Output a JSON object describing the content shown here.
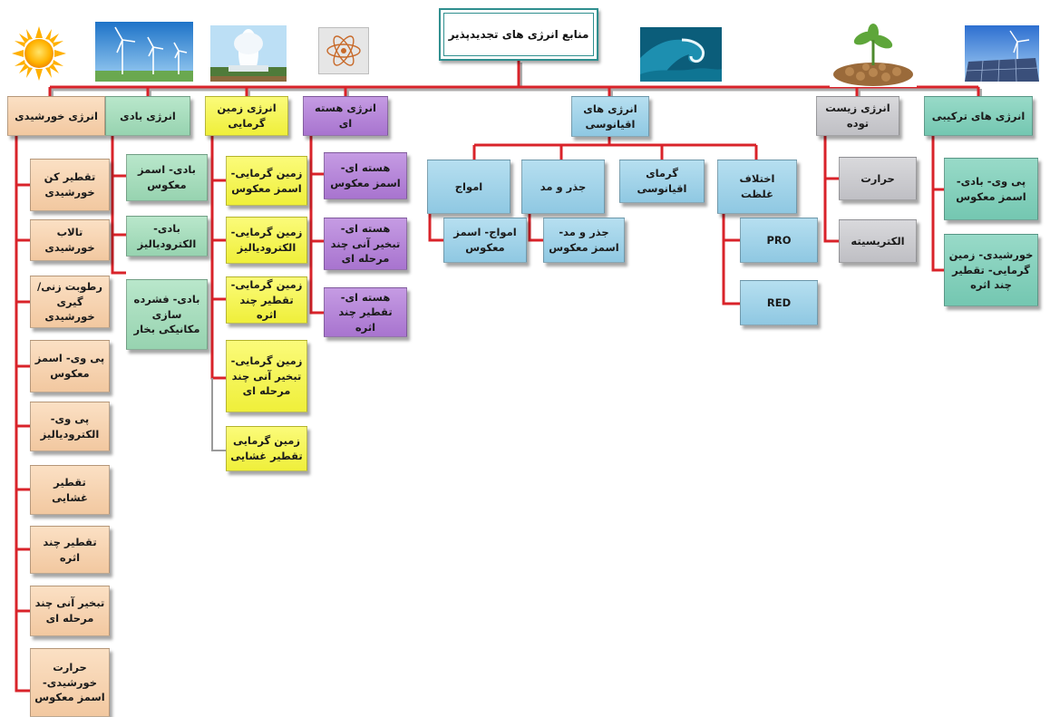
{
  "root": {
    "title": "منابع انرژی های تجدیدپذیر"
  },
  "categories": {
    "solar": {
      "label": "انرژی خورشیدی",
      "items": [
        "تقطیر کن خورشیدی",
        "تالاب خورشیدی",
        "رطوبت زنی/ گیری خورشیدی",
        "پی وی- اسمز معکوس",
        "پی وی- الکترودیالیز",
        "تقطیر غشایی",
        "تقطیر چند اثره",
        "تبخیر آنی چند مرحله ای",
        "حرارت خورشیدی- اسمز معکوس"
      ]
    },
    "wind": {
      "label": "انرژی بادی",
      "items": [
        "بادی- اسمز معکوس",
        "بادی- الکترودیالیز",
        "بادی- فشرده سازی مکانیکی بخار"
      ]
    },
    "geo": {
      "label": "انرژی زمین گرمایی",
      "items": [
        "زمین گرمایی- اسمز معکوس",
        "زمین گرمایی- الکترودیالیز",
        "زمین گرمایی- تقطیر چند اثره",
        "زمین گرمایی- تبخیر آنی چند مرحله ای",
        "زمین گرمایی تقطیر غشایی"
      ]
    },
    "nuclear": {
      "label": "انرژی هسته ای",
      "items": [
        "هسته ای- اسمز معکوس",
        "هسته ای- تبخیر آنی چند مرحله ای",
        "هسته ای- تقطیر چند اثره"
      ]
    },
    "ocean": {
      "label": "انرژی های اقیانوسی",
      "subs": {
        "waves": {
          "label": "امواج",
          "items": [
            "امواج- اسمز معکوس"
          ]
        },
        "tide": {
          "label": "جذر و مد",
          "items": [
            "جذر و مد- اسمز معکوس"
          ]
        },
        "thermal": {
          "label": "گرمای اقیانوسی",
          "items": []
        },
        "salinity": {
          "label": "اختلاف غلظت",
          "items": [
            "PRO",
            "RED"
          ]
        }
      }
    },
    "bio": {
      "label": "انرژی زیست توده",
      "items": [
        "حرارت",
        "الکتریسیته"
      ]
    },
    "hybrid": {
      "label": "انرژی های ترکیبی",
      "items": [
        "پی وی- بادی- اسمز معکوس",
        "خورشیدی- زمین گرمایی- تقطیر چند اثره"
      ]
    }
  },
  "images": [
    "sun-icon",
    "wind-turbines-photo",
    "geyser-photo",
    "atom-icon",
    "ocean-wave-photo",
    "biomass-seedling-photo",
    "solar-panel-wind-photo"
  ],
  "colors": {
    "connector_main": "#d9232a",
    "solar": "#f2c8a0",
    "wind": "#97d3b0",
    "geo": "#efef3a",
    "nuclear": "#a874cf",
    "ocean": "#8fc8e2",
    "bio": "#bfbfc4",
    "hybrid": "#74c7b1",
    "root_border": "#2f8f8f"
  }
}
